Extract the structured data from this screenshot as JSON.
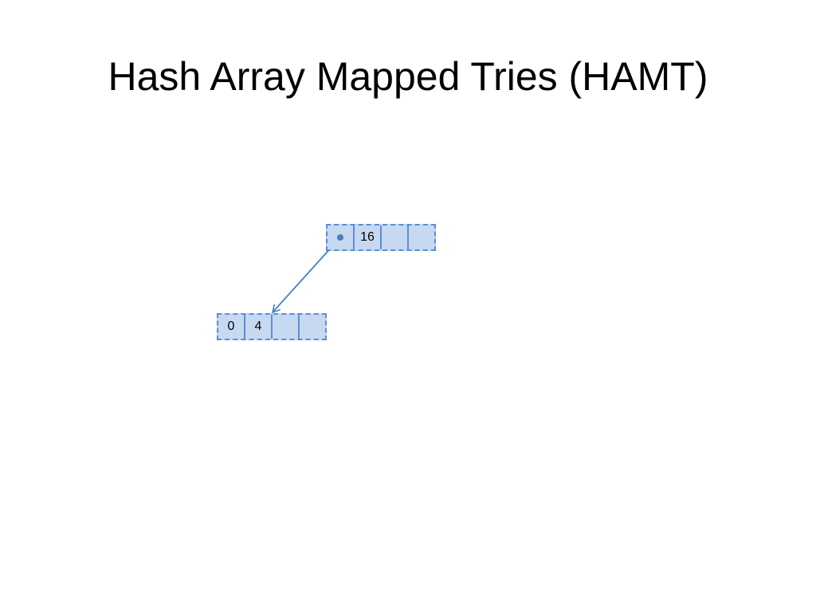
{
  "slide": {
    "title": "Hash Array Mapped Tries (HAMT)"
  },
  "diagram": {
    "root_node": {
      "cells": [
        "",
        "16",
        "",
        ""
      ]
    },
    "child_node": {
      "cells": [
        "0",
        "4",
        "",
        ""
      ]
    },
    "colors": {
      "cell_fill": "#c6d9f1",
      "cell_border": "#5b8fd1",
      "arrow": "#4a7ebf"
    }
  }
}
